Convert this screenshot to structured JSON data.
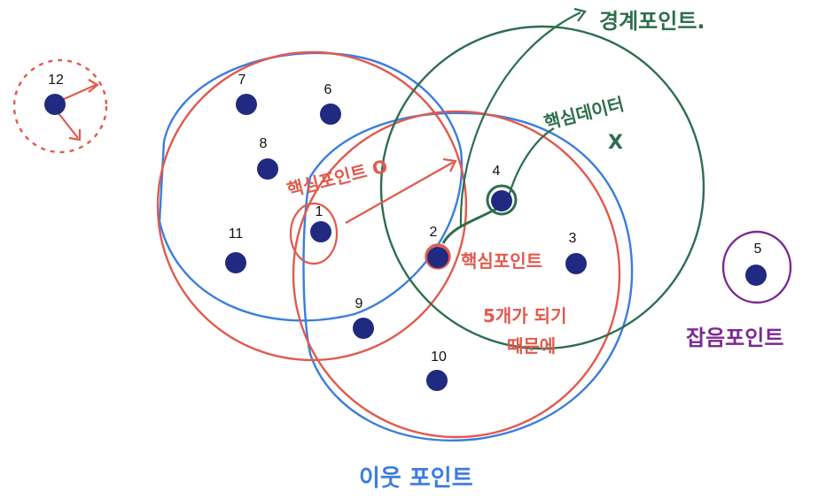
{
  "diagram": {
    "points": [
      {
        "id": "p1",
        "label": "1"
      },
      {
        "id": "p2",
        "label": "2"
      },
      {
        "id": "p3",
        "label": "3"
      },
      {
        "id": "p4",
        "label": "4"
      },
      {
        "id": "p5",
        "label": "5"
      },
      {
        "id": "p6",
        "label": "6"
      },
      {
        "id": "p7",
        "label": "7"
      },
      {
        "id": "p8",
        "label": "8"
      },
      {
        "id": "p9",
        "label": "9"
      },
      {
        "id": "p10",
        "label": "10"
      },
      {
        "id": "p11",
        "label": "11"
      },
      {
        "id": "p12",
        "label": "12"
      }
    ],
    "annotations": {
      "core_point_1": "핵심포인트 O",
      "core_point_2": "핵심포인트",
      "border_point": "경계포인트.",
      "not_core": "핵심데이터",
      "not_core_mark": "X",
      "noise_point": "잡음포인트",
      "neighbor_point": "이웃 포인트",
      "reason_line1": "5개가 되기",
      "reason_line2": "때문에"
    },
    "colors": {
      "point": "#1f2a80",
      "core_red": "#e05a4e",
      "neighbor_blue": "#3b7ddd",
      "border_green": "#2e6e4e",
      "noise_purple": "#7a2a90"
    }
  }
}
